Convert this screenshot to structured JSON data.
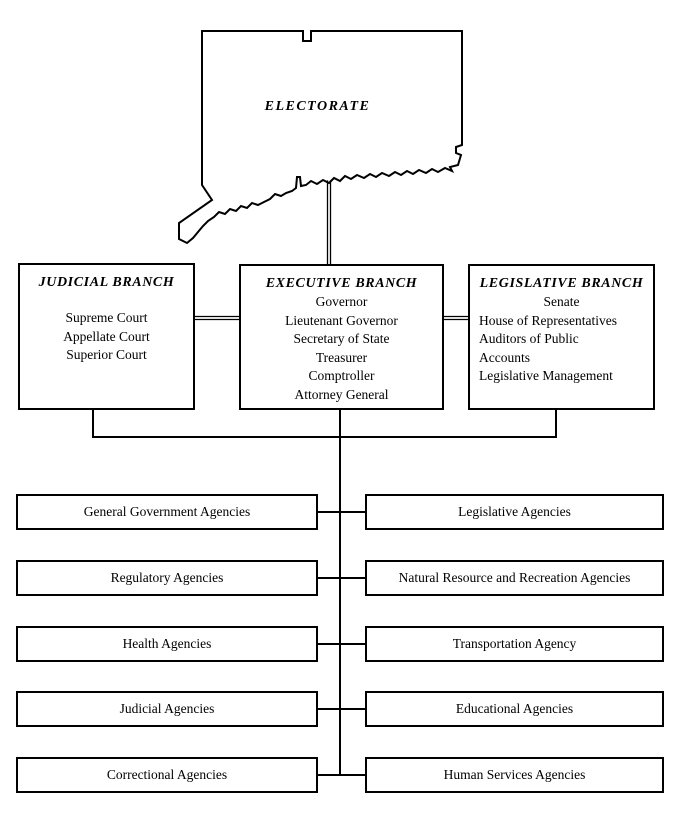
{
  "map": {
    "label": "ELECTORATE",
    "shape": "connecticut-state-outline"
  },
  "branches": [
    {
      "name": "JUDICIAL BRANCH",
      "members": [
        "Supreme Court",
        "Appellate Court",
        "Superior Court"
      ]
    },
    {
      "name": "EXECUTIVE BRANCH",
      "members": [
        "Governor",
        "Lieutenant Governor",
        "Secretary of State",
        "Treasurer",
        "Comptroller",
        "Attorney General"
      ]
    },
    {
      "name": "LEGISLATIVE BRANCH",
      "members": [
        "Senate",
        "House of Representatives",
        "Auditors of Public",
        "Accounts",
        "Legislative Management"
      ]
    }
  ],
  "agencies": {
    "left": [
      "General Government Agencies",
      "Regulatory Agencies",
      "Health Agencies",
      "Judicial Agencies",
      "Correctional Agencies"
    ],
    "right": [
      "Legislative Agencies",
      "Natural Resource and Recreation Agencies",
      "Transportation Agency",
      "Educational Agencies",
      "Human Services Agencies"
    ]
  },
  "colors": {
    "line": "#000000",
    "background": "#ffffff"
  }
}
